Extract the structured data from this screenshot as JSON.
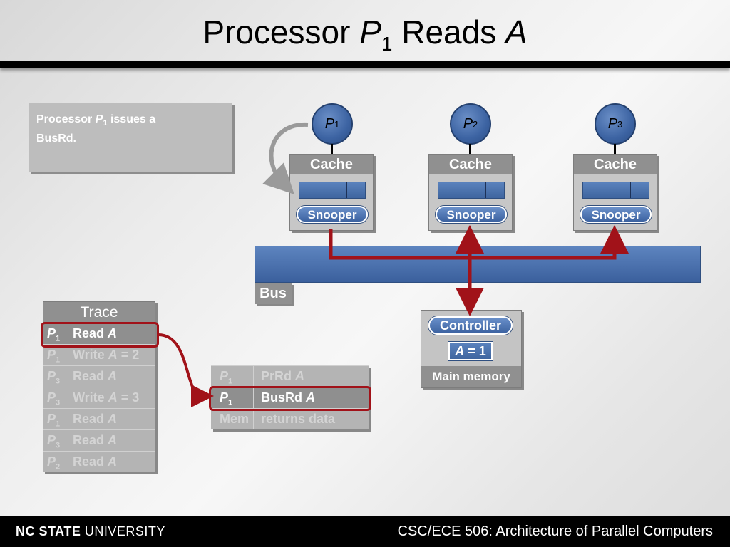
{
  "title": {
    "prefix": "Processor ",
    "p": "P",
    "sub": "1",
    "suffix": " Reads ",
    "var": "A"
  },
  "note": {
    "line_prefix": "Processor ",
    "p": "P",
    "sub": "1",
    "line_suffix": " issues a",
    "line2": "BusRd."
  },
  "processors": [
    {
      "label": "P",
      "sub": "1"
    },
    {
      "label": "P",
      "sub": "2"
    },
    {
      "label": "P",
      "sub": "3"
    }
  ],
  "cache_label": "Cache",
  "snooper_label": "Snooper",
  "bus_label": "Bus",
  "memory": {
    "controller": "Controller",
    "var": "A",
    "value": " = 1",
    "label": "Main memory"
  },
  "trace": {
    "header": "Trace",
    "rows": [
      {
        "p": "P",
        "sub": "1",
        "op": "Read ",
        "var": "A",
        "tail": ""
      },
      {
        "p": "P",
        "sub": "1",
        "op": "Write ",
        "var": "A",
        "tail": " = 2"
      },
      {
        "p": "P",
        "sub": "3",
        "op": "Read ",
        "var": "A",
        "tail": ""
      },
      {
        "p": "P",
        "sub": "3",
        "op": "Write ",
        "var": "A",
        "tail": " = 3"
      },
      {
        "p": "P",
        "sub": "1",
        "op": "Read ",
        "var": "A",
        "tail": ""
      },
      {
        "p": "P",
        "sub": "3",
        "op": "Read ",
        "var": "A",
        "tail": ""
      },
      {
        "p": "P",
        "sub": "2",
        "op": "Read ",
        "var": "A",
        "tail": ""
      }
    ]
  },
  "bus_transactions": [
    {
      "who": "P",
      "sub": "1",
      "op": "PrRd ",
      "var": "A"
    },
    {
      "who": "P",
      "sub": "1",
      "op": "BusRd ",
      "var": "A"
    },
    {
      "who": "Mem",
      "sub": "",
      "op": "returns data",
      "var": ""
    }
  ],
  "footer": {
    "logo_bold": "NC STATE",
    "logo_rest": " UNIVERSITY",
    "course": "CSC/ECE 506: Architecture of Parallel Computers"
  },
  "colors": {
    "accent_red": "#a11219",
    "blue": "#3f659f",
    "gray_header": "#909090"
  }
}
